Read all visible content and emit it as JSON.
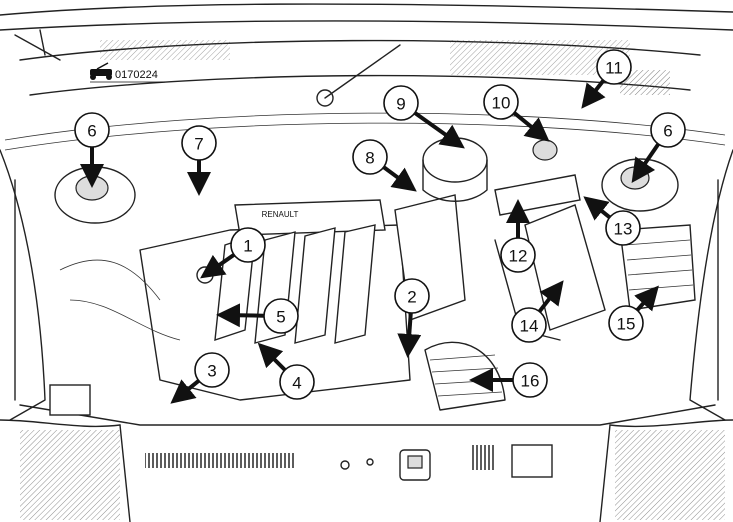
{
  "figure": {
    "reference_code": "0170224",
    "engine_cover_brand": "RENAULT",
    "callouts": [
      {
        "label": "1"
      },
      {
        "label": "2"
      },
      {
        "label": "3"
      },
      {
        "label": "4"
      },
      {
        "label": "5"
      },
      {
        "label": "6"
      },
      {
        "label": "6"
      },
      {
        "label": "7"
      },
      {
        "label": "8"
      },
      {
        "label": "9"
      },
      {
        "label": "10"
      },
      {
        "label": "11"
      },
      {
        "label": "12"
      },
      {
        "label": "13"
      },
      {
        "label": "14"
      },
      {
        "label": "15"
      },
      {
        "label": "16"
      }
    ]
  }
}
